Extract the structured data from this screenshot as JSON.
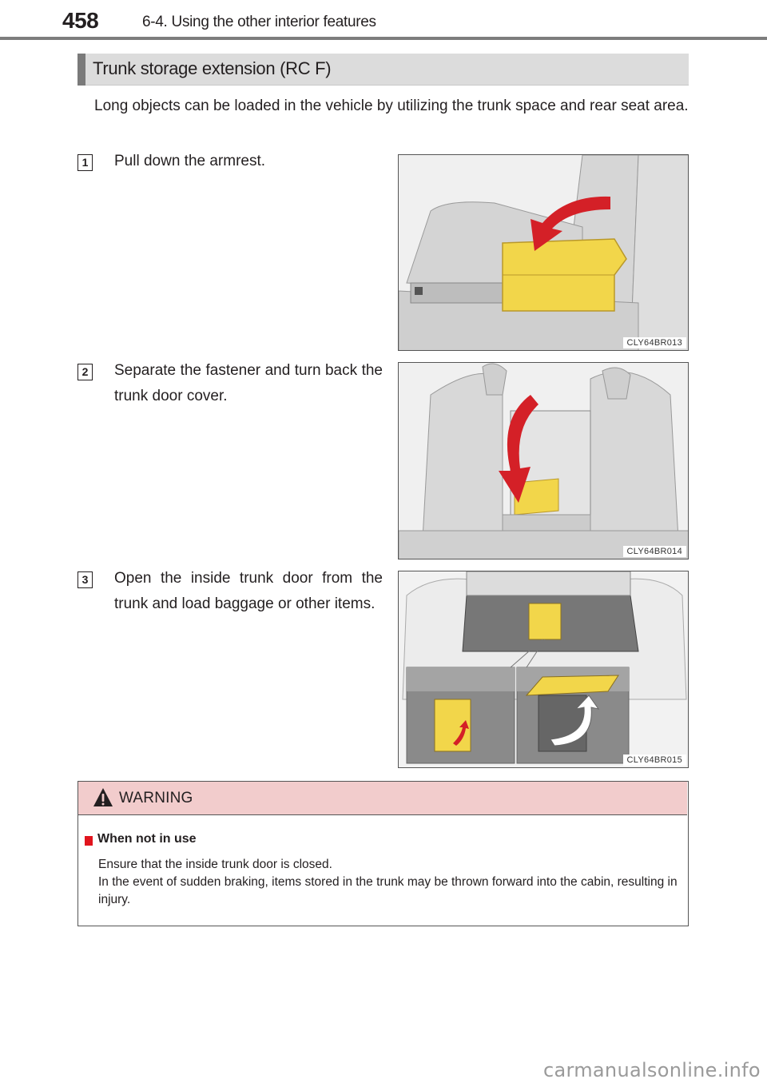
{
  "header": {
    "page_number": "458",
    "section": "6-4. Using the other interior features"
  },
  "topic": {
    "title": "Trunk storage extension (RC F)"
  },
  "intro": "Long objects can be loaded in the vehicle by utilizing the trunk space and rear seat area.",
  "steps": [
    {
      "number": "1",
      "text": "Pull down the armrest.",
      "figure_code": "CLY64BR013"
    },
    {
      "number": "2",
      "text": "Separate the fastener and turn back the trunk door cover.",
      "figure_code": "CLY64BR014"
    },
    {
      "number": "3",
      "text": "Open the inside trunk door from the trunk and load baggage or other items.",
      "figure_code": "CLY64BR015"
    }
  ],
  "warning": {
    "label": "WARNING",
    "icon": "warning-triangle-icon",
    "subhead": "When not in use",
    "lines": [
      "Ensure that the inside trunk door is closed.",
      "In the event of sudden braking, items stored in the trunk may be thrown forward into the cabin, resulting in injury."
    ]
  },
  "colors": {
    "header_rule": "#7d7d7d",
    "topic_bar": "#dcdcdc",
    "topic_accent": "#7a7a7a",
    "warning_header": "#f2cccc",
    "warning_bullet": "#e1141d",
    "highlight_yellow": "#f2d64a",
    "arrow_red": "#d42027"
  },
  "watermark": "carmanualsonline.info"
}
